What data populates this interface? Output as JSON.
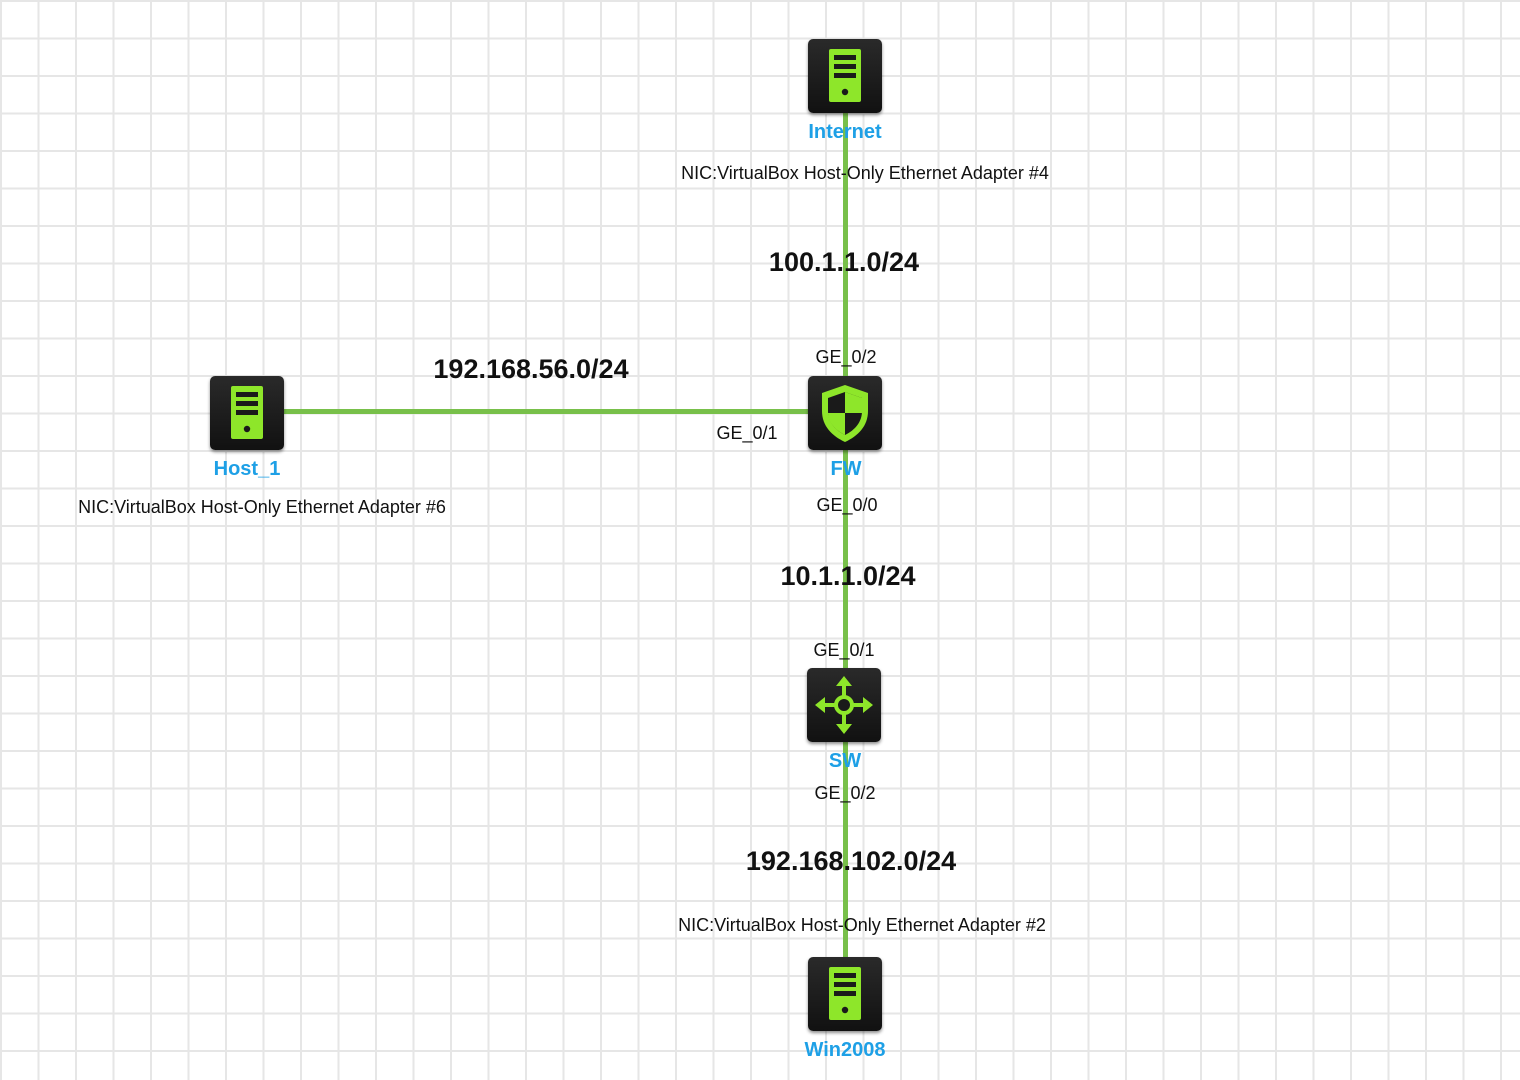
{
  "colors": {
    "link": "#78c04a",
    "device_body": "#1a1a1a",
    "device_icon": "#8ee62a",
    "device_label": "#1ea0e6",
    "grid": "#e6e6e6"
  },
  "devices": {
    "internet": {
      "label": "Internet",
      "icon": "server-icon",
      "nic": "NIC:VirtualBox Host-Only Ethernet Adapter #4"
    },
    "host1": {
      "label": "Host_1",
      "icon": "server-icon",
      "nic": "NIC:VirtualBox Host-Only Ethernet Adapter #6"
    },
    "fw": {
      "label": "FW",
      "icon": "firewall-shield-icon"
    },
    "sw": {
      "label": "SW",
      "icon": "switch-arrows-icon"
    },
    "win2008": {
      "label": "Win2008",
      "icon": "server-icon",
      "nic": "NIC:VirtualBox Host-Only Ethernet Adapter #2"
    }
  },
  "links": {
    "internet_fw": {
      "network": "100.1.1.0/24",
      "port_fw": "GE_0/2"
    },
    "host1_fw": {
      "network": "192.168.56.0/24",
      "port_fw": "GE_0/1"
    },
    "fw_sw": {
      "network": "10.1.1.0/24",
      "port_fw": "GE_0/0",
      "port_sw": "GE_0/1"
    },
    "sw_win2008": {
      "network": "192.168.102.0/24",
      "port_sw": "GE_0/2"
    }
  }
}
